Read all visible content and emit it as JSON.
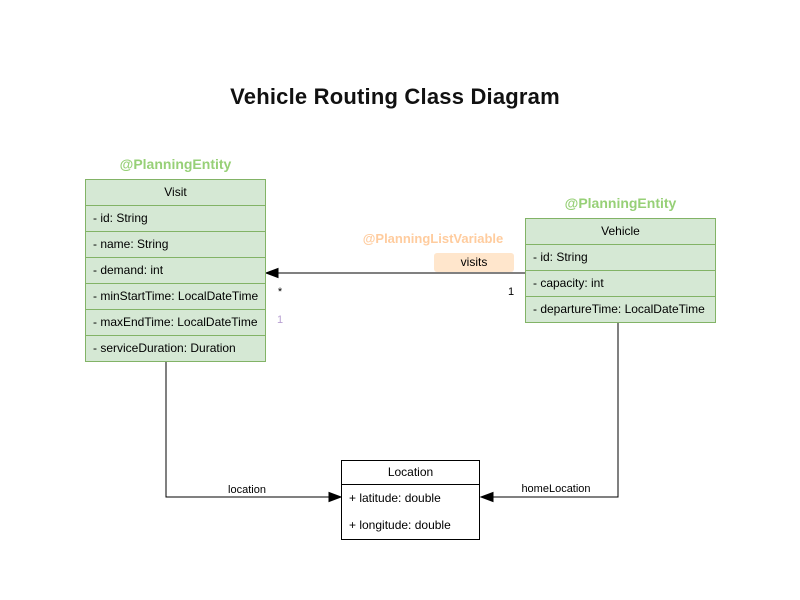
{
  "diagram": {
    "title": "Vehicle Routing Class Diagram"
  },
  "classes": {
    "visit": {
      "annotation": "@PlanningEntity",
      "name": "Visit",
      "attributes": [
        "- id: String",
        "- name: String",
        "- demand: int",
        "- minStartTime: LocalDateTime",
        "- maxEndTime: LocalDateTime",
        "- serviceDuration: Duration"
      ]
    },
    "vehicle": {
      "annotation": "@PlanningEntity",
      "name": "Vehicle",
      "attributes": [
        "- id: String",
        "- capacity: int",
        "- departureTime: LocalDateTime"
      ]
    },
    "location": {
      "name": "Location",
      "attributes": [
        "+ latitude: double",
        "+ longitude: double"
      ]
    }
  },
  "edges": {
    "visits": {
      "annotation": "@PlanningListVariable",
      "label": "visits",
      "multiplicity_at_vehicle": "1",
      "multiplicity_at_visit": "*",
      "secondary_multiplicity_at_visit": "1"
    },
    "location": {
      "label": "location"
    },
    "home_location": {
      "label": "homeLocation"
    }
  },
  "colors": {
    "entity_fill": "#d5e8d4",
    "entity_border": "#82b366",
    "entity_annotation_text": "#97d077",
    "list_variable_annotation_text": "#ffcc9e",
    "visits_label_background": "#ffe6cc",
    "secondary_multiplicity_text": "#b79fd1",
    "plain_class_fill": "#ffffff",
    "line_color": "#000000"
  }
}
